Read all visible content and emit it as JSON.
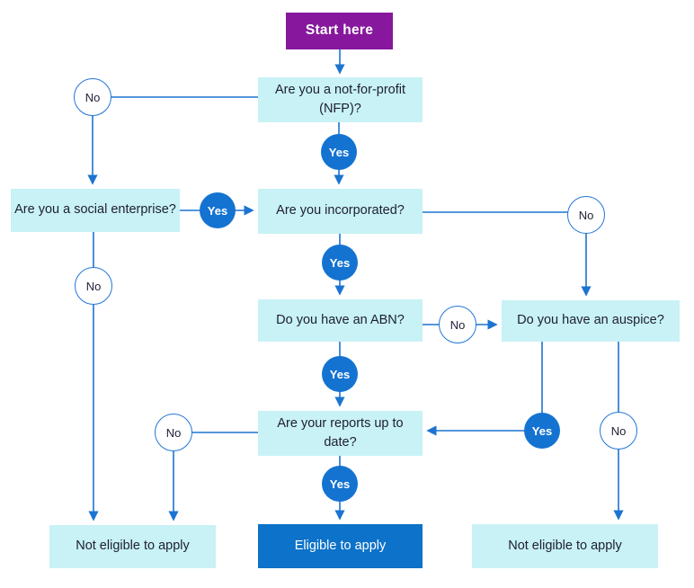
{
  "flowchart": {
    "nodes": {
      "start": {
        "label": "Start here"
      },
      "nfp": {
        "label": "Are you a not-for-profit (NFP)?"
      },
      "social_enterprise": {
        "label": "Are you a social enterprise?"
      },
      "incorporated": {
        "label": "Are you incorporated?"
      },
      "abn": {
        "label": "Do you have an ABN?"
      },
      "auspice": {
        "label": "Do you have an auspice?"
      },
      "reports": {
        "label": "Are your reports up to date?"
      },
      "not_eligible_left": {
        "label": "Not eligible to apply"
      },
      "eligible": {
        "label": "Eligible to apply"
      },
      "not_eligible_right": {
        "label": "Not eligible to apply"
      }
    },
    "decision_labels": {
      "yes": "Yes",
      "no": "No"
    },
    "edges": [
      {
        "from": "start",
        "to": "nfp",
        "answer": ""
      },
      {
        "from": "nfp",
        "to": "social_enterprise",
        "answer": "No"
      },
      {
        "from": "nfp",
        "to": "incorporated",
        "answer": "Yes"
      },
      {
        "from": "social_enterprise",
        "to": "incorporated",
        "answer": "Yes"
      },
      {
        "from": "social_enterprise",
        "to": "not_eligible_left",
        "answer": "No"
      },
      {
        "from": "incorporated",
        "to": "abn",
        "answer": "Yes"
      },
      {
        "from": "incorporated",
        "to": "auspice",
        "answer": "No"
      },
      {
        "from": "abn",
        "to": "reports",
        "answer": "Yes"
      },
      {
        "from": "abn",
        "to": "auspice",
        "answer": "No"
      },
      {
        "from": "auspice",
        "to": "reports",
        "answer": "Yes"
      },
      {
        "from": "auspice",
        "to": "not_eligible_right",
        "answer": "No"
      },
      {
        "from": "reports",
        "to": "eligible",
        "answer": "Yes"
      },
      {
        "from": "reports",
        "to": "not_eligible_left",
        "answer": "No"
      }
    ],
    "colors": {
      "start_bg": "#87189d",
      "question_bg": "#c8f2f6",
      "eligible_bg": "#0d72c9",
      "yes_circle_bg": "#1473d1",
      "no_circle_border": "#2277d6",
      "line": "#1c74d0",
      "text_dark": "#1e1e30",
      "text_light": "#ffffff"
    }
  }
}
